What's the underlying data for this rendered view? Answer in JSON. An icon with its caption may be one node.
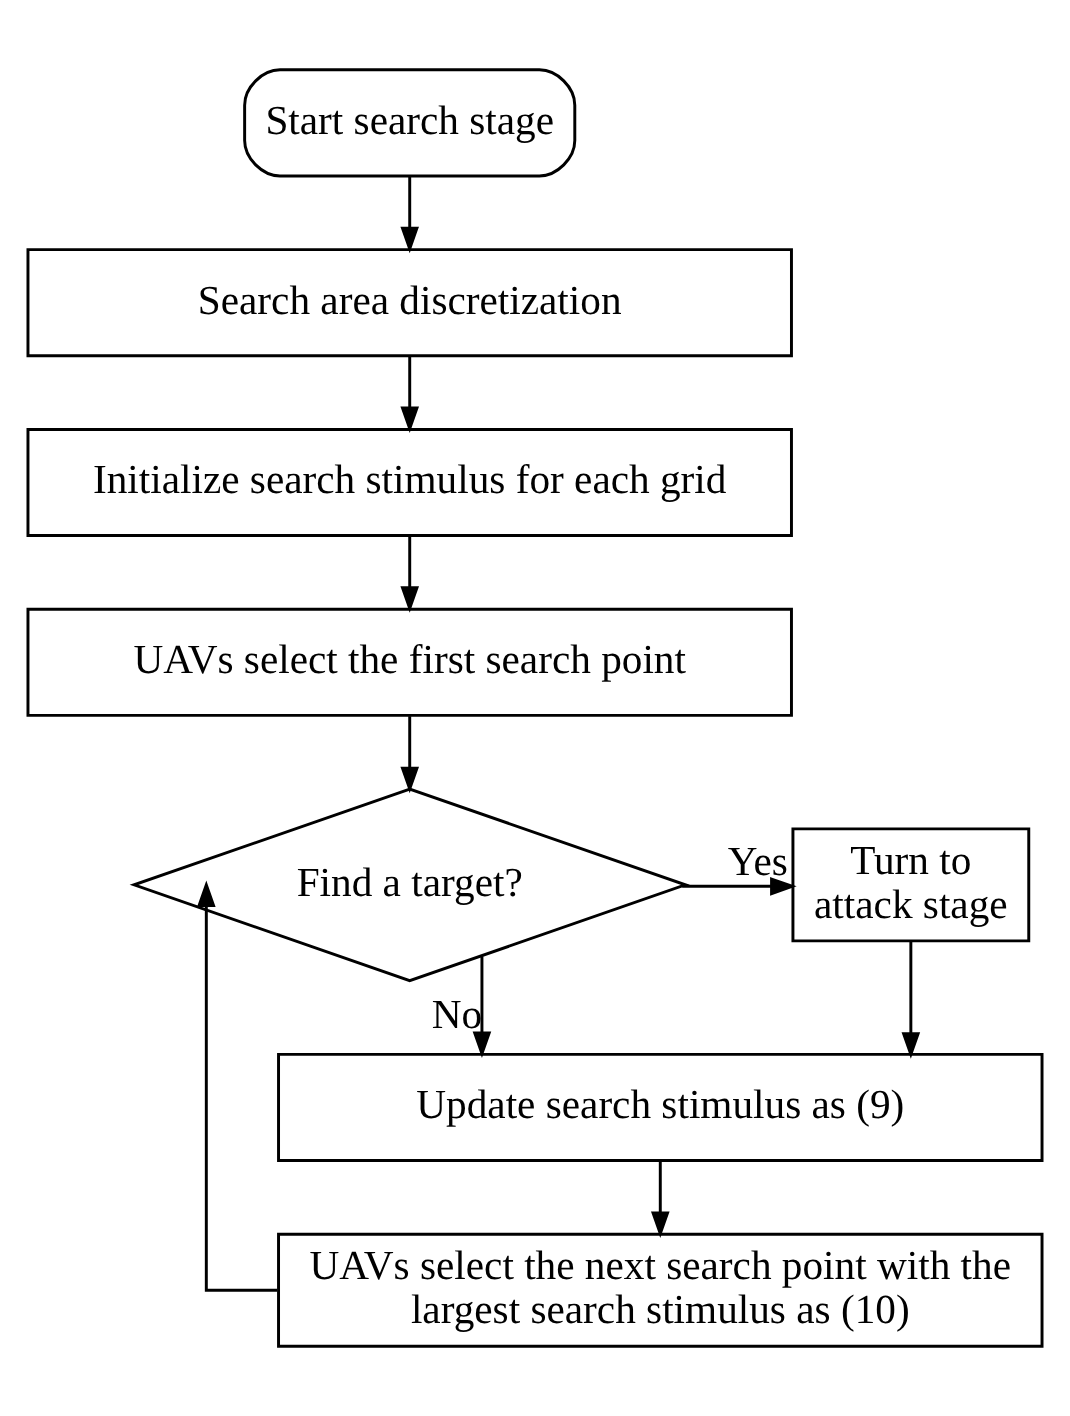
{
  "diagram": {
    "nodes": [
      {
        "text": [
          "Start search stage"
        ]
      },
      {
        "text": [
          "Search area discretization"
        ]
      },
      {
        "text": [
          "Initialize search stimulus for each grid"
        ]
      },
      {
        "text": [
          "UAVs select the first search point"
        ]
      },
      {
        "text": [
          "Find a target?"
        ]
      },
      {
        "text": [
          "Turn to attack stage"
        ]
      },
      {
        "text": [
          "Update search stimulus as (9)"
        ]
      },
      {
        "text": [
          "UAVs select the next search point with the largest search stimulus as (10)"
        ]
      }
    ],
    "edges": [
      {
        "from": 0,
        "to": 1,
        "arrow": "to"
      },
      {
        "from": 1,
        "to": 2,
        "arrow": "to"
      },
      {
        "from": 2,
        "to": 3,
        "arrow": "to"
      },
      {
        "from": 3,
        "to": 4,
        "arrow": "to"
      },
      {
        "from": 4,
        "to": 5,
        "arrow": "to",
        "label": "Yes"
      },
      {
        "from": 4,
        "to": 6,
        "arrow": "to",
        "label": "No"
      },
      {
        "from": 5,
        "to": 6,
        "arrow": "to"
      },
      {
        "from": 6,
        "to": 7,
        "arrow": "to"
      },
      {
        "from": 7,
        "to": 4,
        "arrow": "to"
      }
    ]
  }
}
